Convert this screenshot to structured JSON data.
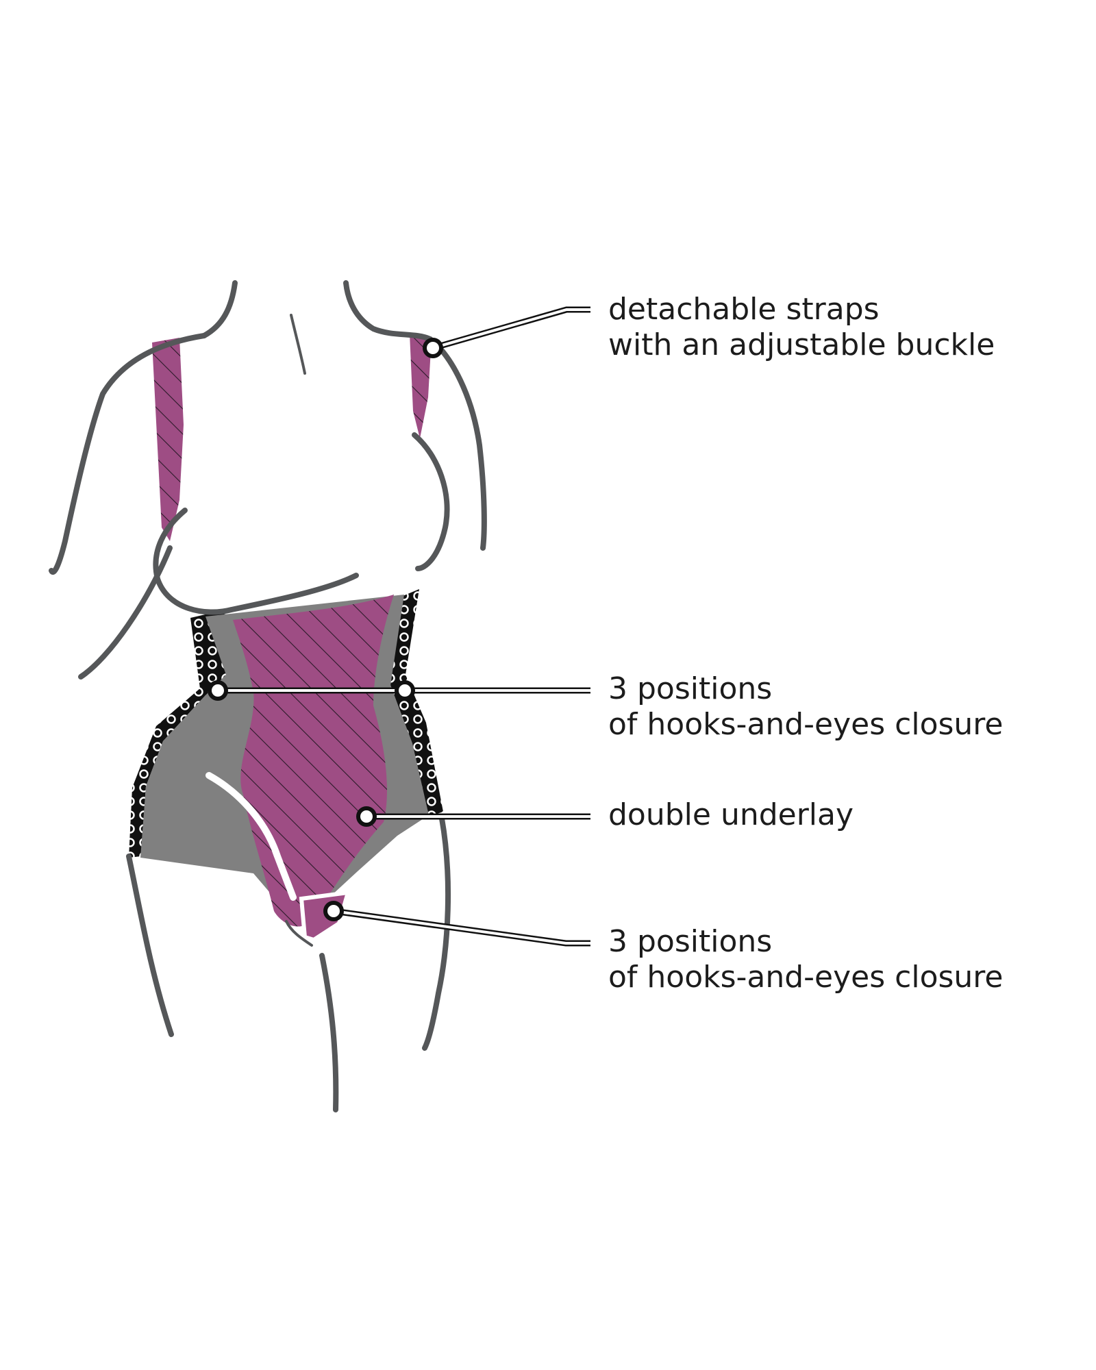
{
  "colors": {
    "magenta": "#9e4d84",
    "gray": "#808080",
    "outline": "#555759",
    "lace": "#111111"
  },
  "callouts": [
    {
      "id": "straps",
      "lines": [
        "detachable straps",
        "with an adjustable buckle"
      ]
    },
    {
      "id": "waist-closure",
      "lines": [
        "3 positions",
        "of hooks-and-eyes closure"
      ]
    },
    {
      "id": "underlay",
      "lines": [
        "double underlay"
      ]
    },
    {
      "id": "crotch-closure",
      "lines": [
        "3 positions",
        "of hooks-and-eyes closure"
      ]
    }
  ]
}
